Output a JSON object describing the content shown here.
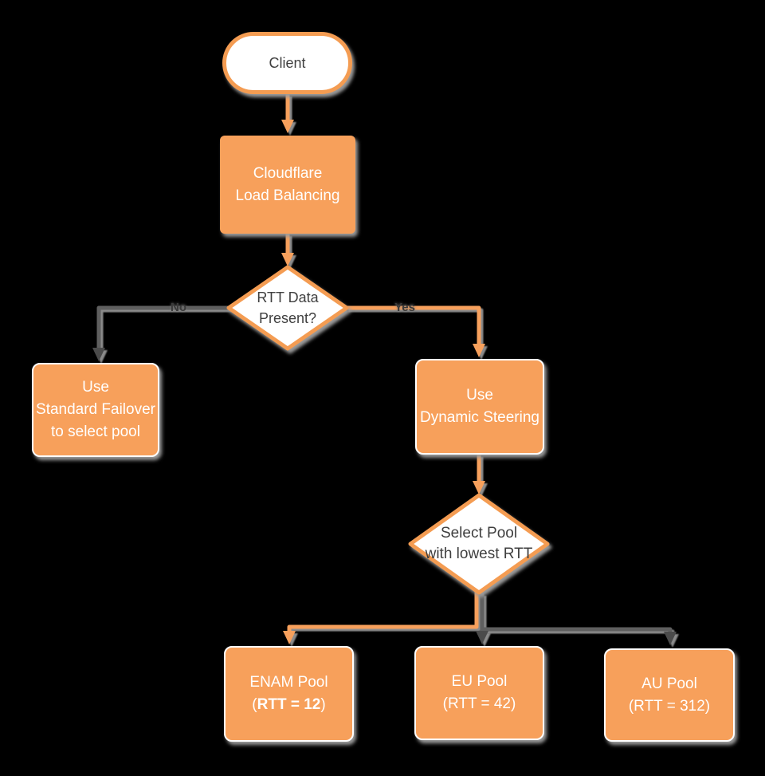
{
  "diagram": {
    "type": "flowchart",
    "colors": {
      "node_fill_orange": "#F7A05B",
      "node_text_white": "#FFFFFF",
      "decision_fill": "#FFFFFF",
      "outline_orange": "#F49C52",
      "connector_gray": "#5E5E5E",
      "arrow_dark": "#4B4B4B",
      "shadow_gray": "#9B9B9B",
      "dark_text": "#3F3F3F",
      "label_dark": "#3A3A3A",
      "background": "#000000"
    },
    "nodes": {
      "client": {
        "shape": "terminator",
        "label": "Client"
      },
      "cloudflare": {
        "shape": "process",
        "lines": [
          "Cloudflare",
          "Load Balancing"
        ]
      },
      "rtt_decision": {
        "shape": "decision",
        "lines": [
          "RTT Data",
          "Present?"
        ]
      },
      "failover": {
        "shape": "process",
        "lines": [
          "Use",
          "Standard Failover",
          "to select pool"
        ]
      },
      "dynamic_steering": {
        "shape": "process",
        "lines": [
          "Use",
          "Dynamic Steering"
        ]
      },
      "pool_decision": {
        "shape": "decision",
        "lines": [
          "Select Pool",
          "with lowest RTT"
        ]
      },
      "enam_pool": {
        "shape": "process",
        "line1": "ENAM Pool",
        "line2_open": "(",
        "line2_bold": "RTT = 12",
        "line2_close": ")"
      },
      "eu_pool": {
        "shape": "process",
        "lines": [
          "EU Pool",
          "(RTT = 42)"
        ]
      },
      "au_pool": {
        "shape": "process",
        "lines": [
          "AU Pool",
          "(RTT = 312)"
        ]
      }
    },
    "edges": {
      "no_label": "No",
      "yes_label": "Yes"
    }
  }
}
